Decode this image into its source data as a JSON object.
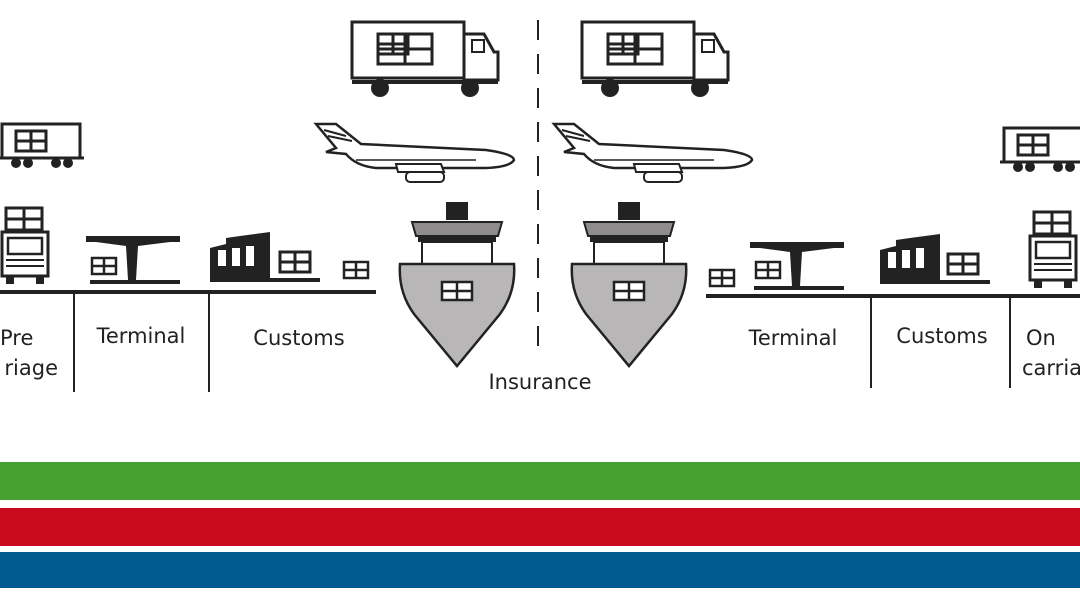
{
  "labels": {
    "pre_carriage_line1": "Pre",
    "pre_carriage_line2": "riage",
    "terminal_left": "Terminal",
    "customs_left": "Customs",
    "insurance": "Insurance",
    "terminal_right": "Terminal",
    "customs_right": "Customs",
    "on_carriage_line1": "On",
    "on_carriage_line2": "carria"
  },
  "icons": {
    "left": [
      "truck-icon",
      "airplane-icon",
      "train-icon",
      "truck-front-icon",
      "terminal-crane-icon",
      "customs-building-icon",
      "cargo-box-icon",
      "ship-icon"
    ],
    "right": [
      "truck-icon",
      "airplane-icon",
      "train-icon",
      "truck-front-icon",
      "terminal-crane-icon",
      "customs-building-icon",
      "cargo-box-icon",
      "ship-icon"
    ]
  },
  "colors": {
    "band_green": "#46a130",
    "band_red": "#c8091e",
    "band_blue": "#015a8f",
    "ship_hull": "#b8b6b7",
    "line": "#222222"
  }
}
